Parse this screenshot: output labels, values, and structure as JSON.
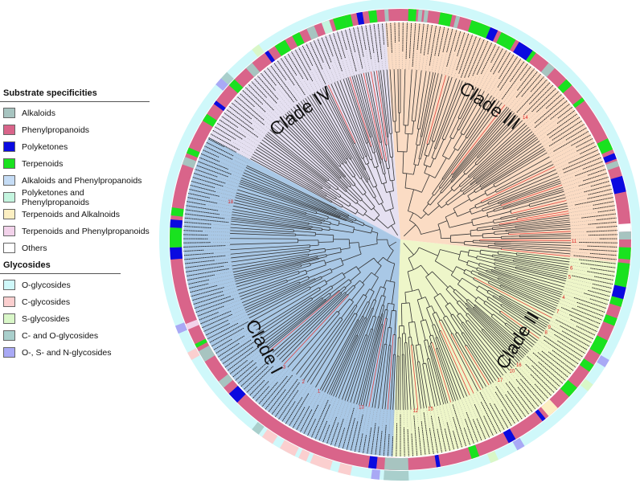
{
  "legend_substrate": {
    "title": "Substrate specificities",
    "items": [
      {
        "label": "Alkaloids",
        "color": "#a7c4c0"
      },
      {
        "label": "Phenylpropanoids",
        "color": "#d9648a"
      },
      {
        "label": "Polyketones",
        "color": "#0a0ae0"
      },
      {
        "label": "Terpenoids",
        "color": "#19e21f"
      },
      {
        "label": "Alkaloids and Phenylpropanoids",
        "color": "#c5dcf5"
      },
      {
        "label": "Polyketones and Phenylpropanoids",
        "color": "#c4f5df"
      },
      {
        "label": "Terpenoids and Alkalnoids",
        "color": "#fcefc2"
      },
      {
        "label": "Terpenoids and Phenylpropanoids",
        "color": "#f2d2ea"
      },
      {
        "label": "Others",
        "color": "#ffffff"
      }
    ]
  },
  "legend_glycosides": {
    "title": "Glycosides",
    "items": [
      {
        "label": "O-glycosides",
        "color": "#cff8fa"
      },
      {
        "label": "C-glycosides",
        "color": "#fbcfcf"
      },
      {
        "label": "S-glycosides",
        "color": "#d9f7c8"
      },
      {
        "label": "C- and O-glycosides",
        "color": "#a9cfcc"
      },
      {
        "label": "O-, S- and N-glycosides",
        "color": "#a9a9f5"
      }
    ]
  },
  "clades": [
    {
      "label": "Clade I",
      "fill": "#a9c8e6"
    },
    {
      "label": "Clade II",
      "fill": "#eef6c9"
    },
    {
      "label": "Clade III",
      "fill": "#fbdcc4"
    },
    {
      "label": "Clade IV",
      "fill": "#e5e0f1"
    }
  ],
  "highlight_numbers": [
    "1",
    "2",
    "3",
    "4",
    "5",
    "6",
    "7",
    "8",
    "9",
    "10",
    "11",
    "12",
    "13",
    "14",
    "15",
    "16",
    "17",
    "18"
  ]
}
